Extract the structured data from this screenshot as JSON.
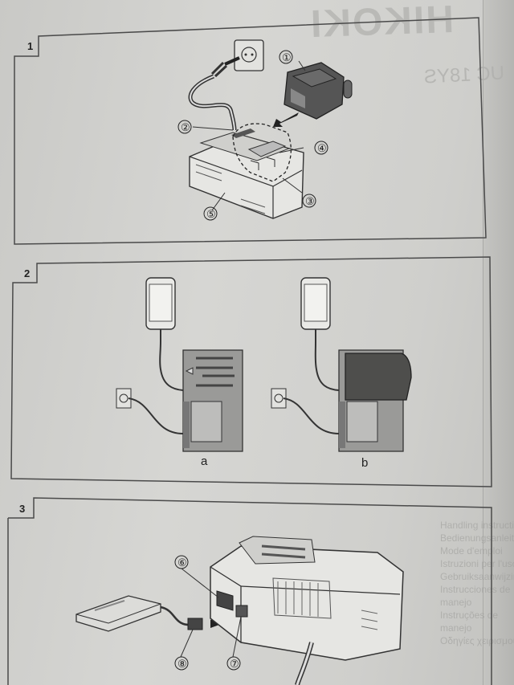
{
  "background_title": "HIKOKI",
  "background_model": "UC 18YS",
  "figures": [
    {
      "number": "1",
      "callouts": [
        "①",
        "②",
        "③",
        "④",
        "⑤"
      ]
    },
    {
      "number": "2",
      "sub_labels": [
        "a",
        "b"
      ]
    },
    {
      "number": "3",
      "callouts": [
        "⑥",
        "⑦",
        "⑧"
      ]
    }
  ],
  "show_through_text": [
    "Handling instructions",
    "Bedienungsanleitung",
    "Mode d'emploi",
    "Istruzioni per l'uso",
    "Gebruiksaanwijzing",
    "Instrucciones de manejo",
    "Instruções de manejo",
    "Οδηγίες χειρισμού"
  ]
}
